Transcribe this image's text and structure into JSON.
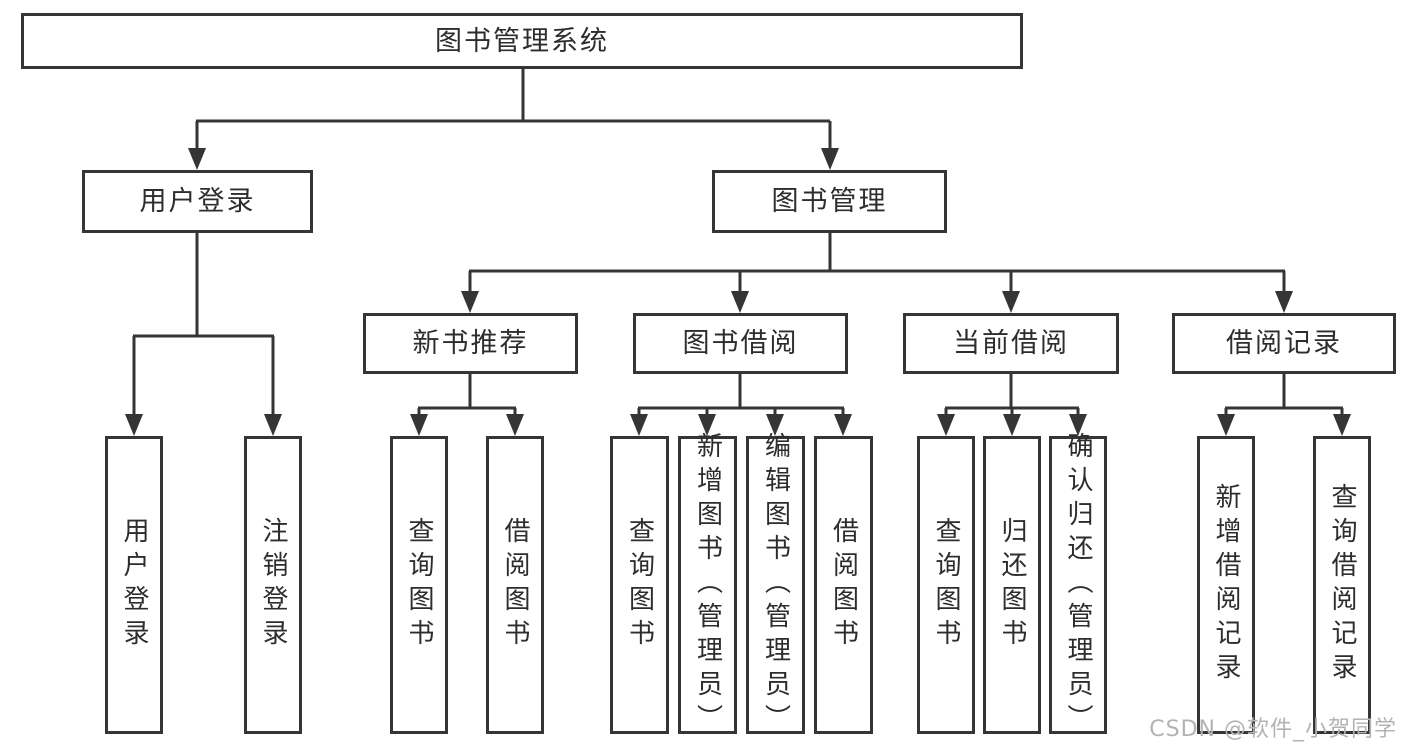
{
  "tree": {
    "root": {
      "label": "图书管理系统",
      "children": [
        {
          "label": "用户登录",
          "children": [
            {
              "label": "用户登录"
            },
            {
              "label": "注销登录"
            }
          ]
        },
        {
          "label": "图书管理",
          "children": [
            {
              "label": "新书推荐",
              "children": [
                {
                  "label": "查询图书"
                },
                {
                  "label": "借阅图书"
                }
              ]
            },
            {
              "label": "图书借阅",
              "children": [
                {
                  "label": "查询图书"
                },
                {
                  "label": "新增图书（管理员）"
                },
                {
                  "label": "编辑图书（管理员）"
                },
                {
                  "label": "借阅图书"
                }
              ]
            },
            {
              "label": "当前借阅",
              "children": [
                {
                  "label": "查询图书"
                },
                {
                  "label": "归还图书"
                },
                {
                  "label": "确认归还（管理员）"
                }
              ]
            },
            {
              "label": "借阅记录",
              "children": [
                {
                  "label": "新增借阅记录"
                },
                {
                  "label": "查询借阅记录"
                }
              ]
            }
          ]
        }
      ]
    }
  },
  "watermark": "CSDN @软件_小贺同学",
  "colors": {
    "line": "#353535",
    "box_border": "#353535",
    "text": "#2d2d2d",
    "watermark": "#b3b3b3",
    "background": "#ffffff"
  }
}
